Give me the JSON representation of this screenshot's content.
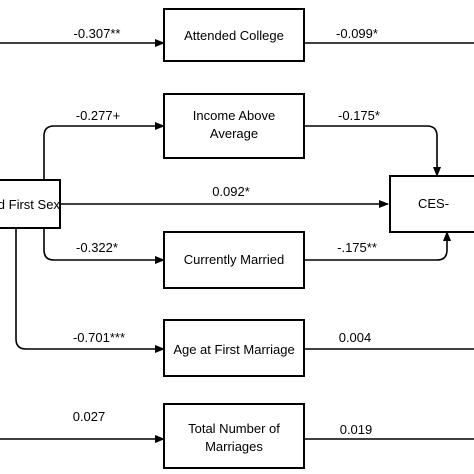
{
  "nodes": {
    "source": {
      "label": "ced First Sex"
    },
    "college": {
      "label": "Attended College"
    },
    "income": {
      "line1": "Income Above",
      "line2": "Average"
    },
    "married": {
      "label": "Currently Married"
    },
    "age_marriage": {
      "label": "Age at First Marriage"
    },
    "num_marriages": {
      "line1": "Total Number of",
      "line2": "Marriages"
    },
    "outcome": {
      "label": "CES-"
    }
  },
  "paths": {
    "to_college": "-0.307**",
    "college_to_outcome": "-0.099*",
    "to_income": "-0.277+",
    "income_to_outcome": "-0.175*",
    "direct": "0.092*",
    "to_married": "-0.322*",
    "married_to_outcome": "-.175**",
    "to_age_marriage": "-0.701***",
    "age_marriage_to_outcome": "0.004",
    "to_num_marriages": "0.027",
    "num_marriages_to_outcome": "0.019"
  }
}
